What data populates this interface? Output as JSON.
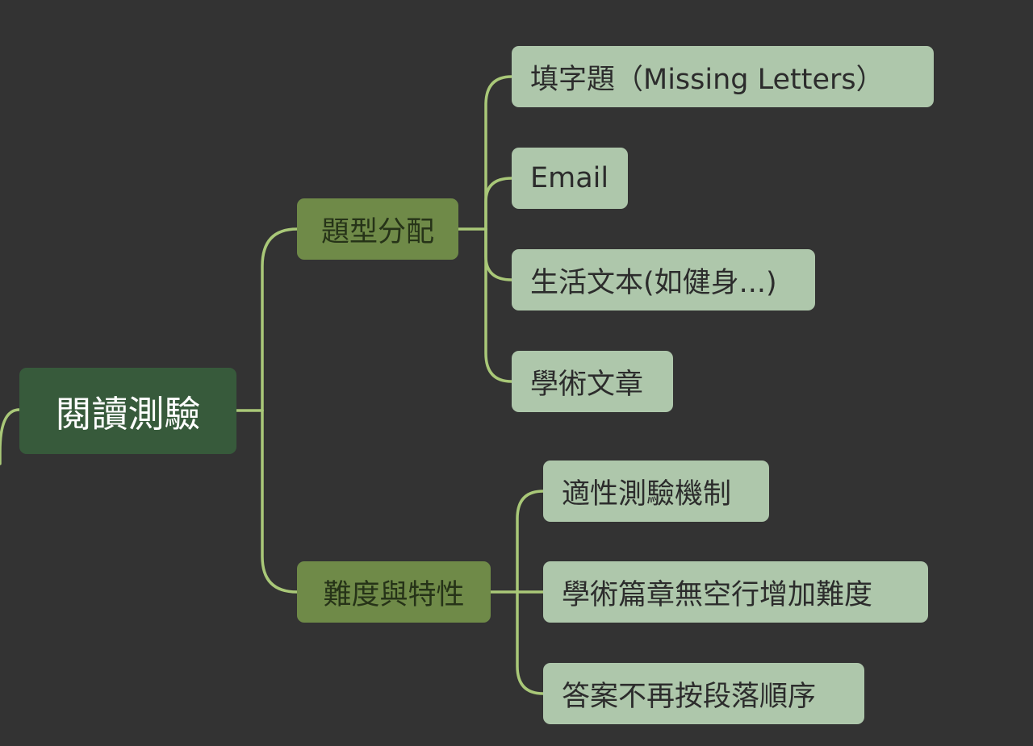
{
  "colors": {
    "background": "#333333",
    "connector": "#a9c878",
    "root_fill": "#375a3b",
    "branch_fill": "#6f8a48",
    "leaf_fill": "#aec7ab"
  },
  "mindmap": {
    "root": {
      "label": "閱讀測驗"
    },
    "branches": [
      {
        "label": "題型分配",
        "children": [
          {
            "label": "填字題（Missing Letters）"
          },
          {
            "label": "Email"
          },
          {
            "label": "生活文本(如健身...)"
          },
          {
            "label": "學術文章"
          }
        ]
      },
      {
        "label": "難度與特性",
        "children": [
          {
            "label": "適性測驗機制"
          },
          {
            "label": "學術篇章無空行增加難度"
          },
          {
            "label": "答案不再按段落順序"
          }
        ]
      }
    ]
  }
}
